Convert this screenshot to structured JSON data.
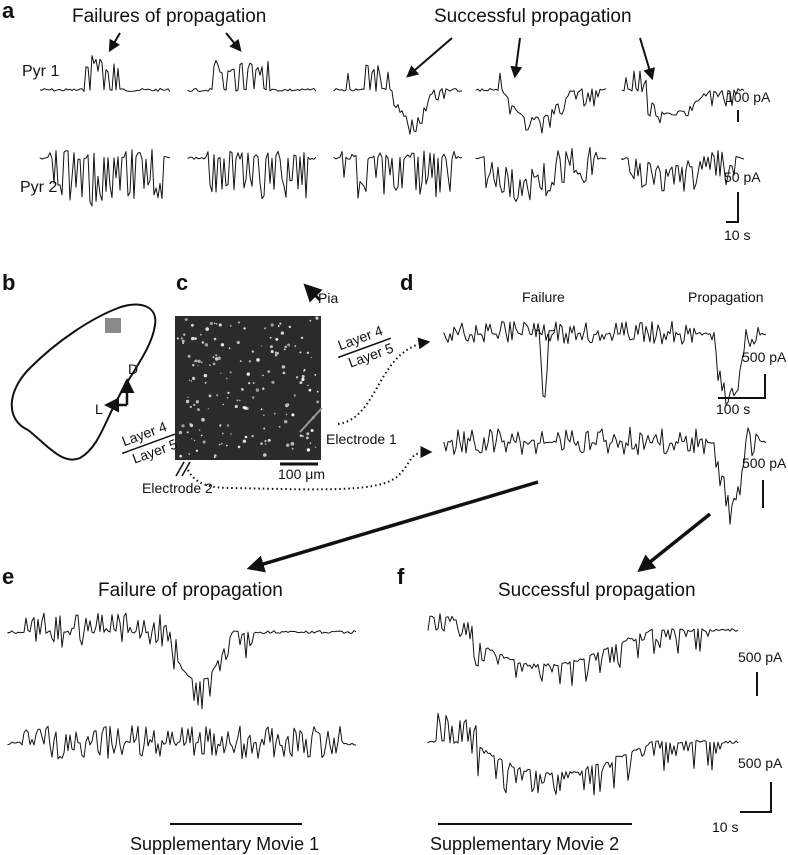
{
  "panels": {
    "a": {
      "letter": "a",
      "title_failures": "Failures of propagation",
      "title_success": "Successful propagation",
      "row1_label": "Pyr 1",
      "row2_label": "Pyr 2",
      "scale_row1": "100 pA",
      "scale_row2": "50 pA",
      "scale_time": "10 s"
    },
    "b": {
      "letter": "b",
      "dorsal": "D",
      "lateral": "L"
    },
    "c": {
      "letter": "c",
      "pia": "Pia",
      "layer4_top": "Layer 4",
      "layer5_top": "Layer 5",
      "layer4_left": "Layer 4",
      "layer5_left": "Layer 5",
      "electrode1": "Electrode 1",
      "electrode2": "Electrode 2",
      "scalebar": "100 μm"
    },
    "d": {
      "letter": "d",
      "failure": "Failure",
      "propagation": "Propagation",
      "scale_top": "500 pA",
      "scale_time": "100 s",
      "scale_bottom": "500 pA"
    },
    "e": {
      "letter": "e",
      "title": "Failure of propagation",
      "movie": "Supplementary Movie 1"
    },
    "f": {
      "letter": "f",
      "title": "Successful propagation",
      "scale_top": "500 pA",
      "scale_bottom": "500 pA",
      "scale_time": "10 s",
      "movie": "Supplementary Movie 2"
    }
  },
  "colors": {
    "ink": "#111111",
    "micrograph_bg": "#2b2b2b",
    "roi_square": "#8a8a8a"
  }
}
